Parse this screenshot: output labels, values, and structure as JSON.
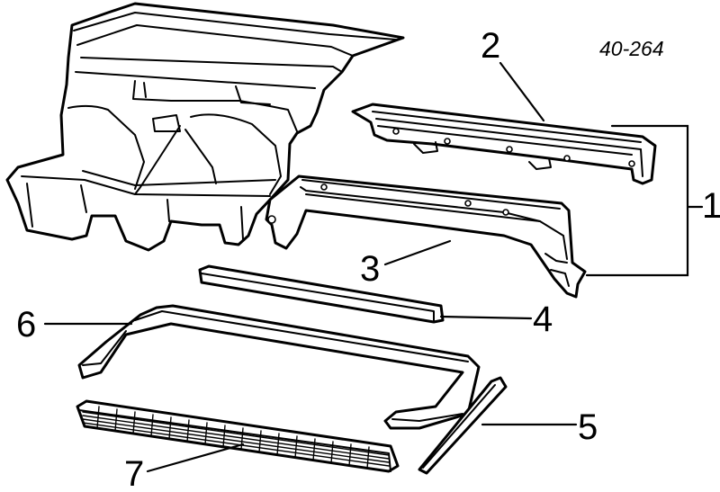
{
  "reference_code": "40-264",
  "callouts": [
    {
      "id": "1",
      "label": "1"
    },
    {
      "id": "2",
      "label": "2"
    },
    {
      "id": "3",
      "label": "3"
    },
    {
      "id": "4",
      "label": "4"
    },
    {
      "id": "5",
      "label": "5"
    },
    {
      "id": "6",
      "label": "6"
    },
    {
      "id": "7",
      "label": "7"
    }
  ]
}
